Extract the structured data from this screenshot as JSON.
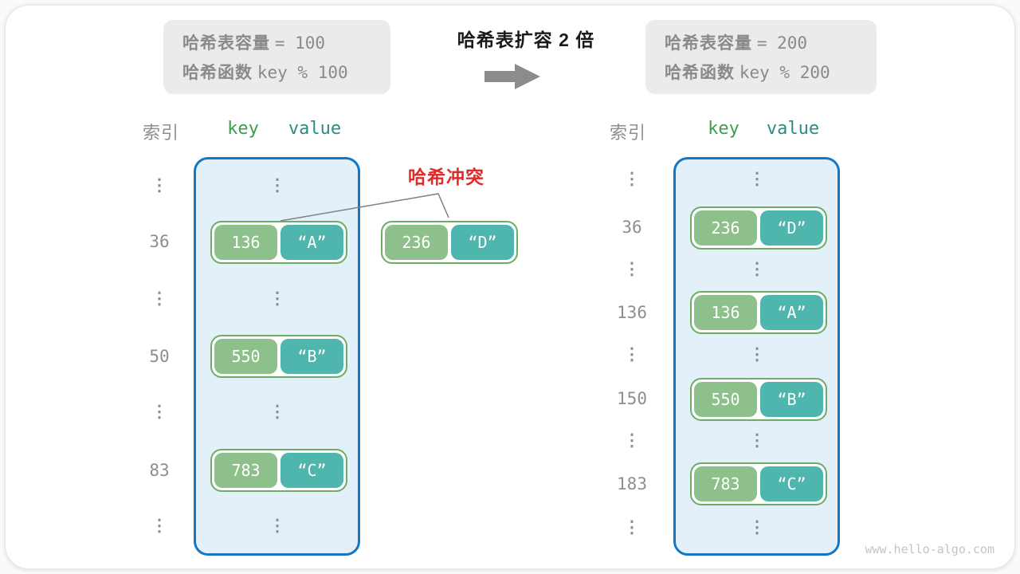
{
  "colors": {
    "info_box_bg": "#ebebeb",
    "info_text": "#8a8a8a",
    "title_text": "#1a1a1a",
    "arrow": "#8c8c8c",
    "index_text": "#8e8e8e",
    "key_header": "#3f9e4d",
    "value_header": "#2b8c82",
    "table_border": "#1677c0",
    "table_bg": "#e3f0fa",
    "pair_border": "#6bad63",
    "key_bg": "#8dc08b",
    "value_bg": "#4eb6ac",
    "collision_text": "#e02b2b",
    "connector": "#808080",
    "watermark_text": "#c4c4c4"
  },
  "old_info": {
    "cap_label": "哈希表容量",
    "cap_value": "= 100",
    "fn_label": "哈希函数",
    "fn_value": "key % 100"
  },
  "new_info": {
    "cap_label": "哈希表容量",
    "cap_value": "= 200",
    "fn_label": "哈希函数",
    "fn_value": "key % 200"
  },
  "transition": {
    "title": "哈希表扩容 2 倍"
  },
  "collision": {
    "label": "哈希冲突"
  },
  "ellipsis": "⋮",
  "old_table": {
    "index_header": "索引",
    "key_header": "key",
    "value_header": "value",
    "pairs": [
      {
        "index": "36",
        "key": "136",
        "value": "“A”"
      },
      {
        "index": "50",
        "key": "550",
        "value": "“B”"
      },
      {
        "index": "83",
        "key": "783",
        "value": "“C”"
      }
    ]
  },
  "colliding_pair": {
    "key": "236",
    "value": "“D”"
  },
  "new_table": {
    "index_header": "索引",
    "key_header": "key",
    "value_header": "value",
    "pairs": [
      {
        "index": "36",
        "key": "236",
        "value": "“D”"
      },
      {
        "index": "136",
        "key": "136",
        "value": "“A”"
      },
      {
        "index": "150",
        "key": "550",
        "value": "“B”"
      },
      {
        "index": "183",
        "key": "783",
        "value": "“C”"
      }
    ]
  },
  "watermark": "www.hello-algo.com"
}
